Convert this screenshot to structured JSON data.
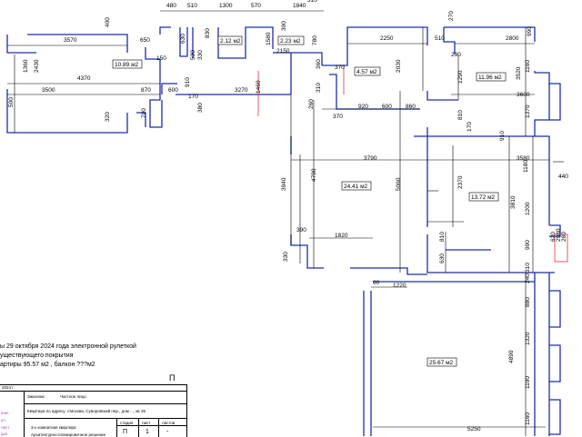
{
  "dims": {
    "top": [
      "480",
      "510",
      "1300",
      "570",
      "1840",
      "310"
    ],
    "left_wing": [
      "3570",
      "650",
      "4370",
      "3500",
      "870",
      "600",
      "3270",
      "400",
      "1360",
      "2430",
      "500",
      "320",
      "700",
      "150",
      "170",
      "910",
      "380"
    ],
    "small_rooms": [
      "630",
      "830",
      "530",
      "330",
      "1580",
      "300",
      "2150",
      "780"
    ],
    "hall": [
      "2250",
      "510",
      "2030",
      "370",
      "260",
      "310",
      "360",
      "370",
      "920",
      "600",
      "860",
      "5060",
      "4780",
      "3940",
      "390",
      "330",
      "1820",
      "60",
      "1220"
    ],
    "right_wing": [
      "270",
      "2800",
      "990",
      "290",
      "1160",
      "3520",
      "1290",
      "3600",
      "810",
      "1370",
      "170",
      "910",
      "3580",
      "1180",
      "440",
      "2370",
      "3810",
      "1200",
      "810",
      "630",
      "990",
      "240",
      "310",
      "880",
      "1320",
      "4890",
      "1190",
      "1160",
      "5250",
      "3790"
    ],
    "red": [
      "1460"
    ],
    "red_box": [
      "280",
      "2080",
      "620"
    ]
  },
  "rooms": [
    {
      "id": "r1",
      "area": "10.89 м2"
    },
    {
      "id": "r2",
      "area": "2.12 м2"
    },
    {
      "id": "r3",
      "area": "2.23 м2"
    },
    {
      "id": "r4",
      "area": "4.57 м2"
    },
    {
      "id": "r5",
      "area": "11.96 м2"
    },
    {
      "id": "r6",
      "area": "24.41 м2"
    },
    {
      "id": "r7",
      "area": "13.72 м2"
    },
    {
      "id": "r8",
      "area": "25.67 м2"
    }
  ],
  "notes": {
    "line1": "ы 29 октября 2024 года электронной рулеткой",
    "line2": "уществующего покрытия",
    "line3": "артиры 95.57  м2 , балкон ???м2"
  },
  "stamp": {
    "sheet_letter": "П",
    "year": "2024 г.",
    "customer_label": "Заказчик:",
    "customer_value": "Частное лицо",
    "address": "Квартира по адресу: г.Москва, Суворовский пер., дом ..., кв 35",
    "flat_type": "3-х комнатная квартира",
    "drawing_title": "Архитектурно-планировочное решение",
    "col_stage": "стадия",
    "col_sheet": "лист",
    "col_sheets": "листов",
    "stage": "П",
    "sheet": "1",
    "sheets": "-",
    "side1": "изм.",
    "side2": "уч.",
    "side3": "лист",
    "side4": "док."
  },
  "colors": {
    "wall": "#1f2ea8",
    "dim": "#000000",
    "accent": "#e0353a"
  }
}
